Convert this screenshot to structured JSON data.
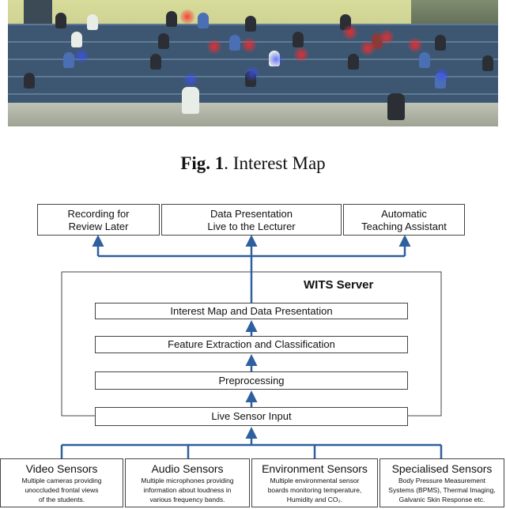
{
  "caption": {
    "prefix": "Fig. 1",
    "text": ". Interest Map"
  },
  "outputs": [
    {
      "line1": "Recording for",
      "line2": "Review Later"
    },
    {
      "line1": "Data Presentation",
      "line2": "Live to the Lecturer"
    },
    {
      "line1": "Automatic",
      "line2": "Teaching Assistant"
    }
  ],
  "server": {
    "title": "WITS Server",
    "stages": [
      "Interest Map and Data Presentation",
      "Feature Extraction and Classification",
      "Preprocessing",
      "Live Sensor Input"
    ]
  },
  "sensors": [
    {
      "title": "Video Sensors",
      "desc1": "Multiple cameras providing",
      "desc2": "unoccluded frontal views",
      "desc3": "of the students."
    },
    {
      "title": "Audio Sensors",
      "desc1": "Multiple microphones providing",
      "desc2": "information about loudness in",
      "desc3": "various frequency bands."
    },
    {
      "title": "Environment Sensors",
      "desc1": "Multiple environmental sensor",
      "desc2": "boards monitoring temperature,",
      "desc3": "Humidity and CO₂."
    },
    {
      "title": "Specialised Sensors",
      "desc1": "Body Pressure Measurement",
      "desc2": "Systems (BPMS), Thermal Imaging,",
      "desc3": "Galvanic Skin Response etc."
    }
  ],
  "colors": {
    "arrow": "#2e5f9e",
    "line": "#444444",
    "hot": "#ff2828",
    "cold": "#3c50ff"
  }
}
